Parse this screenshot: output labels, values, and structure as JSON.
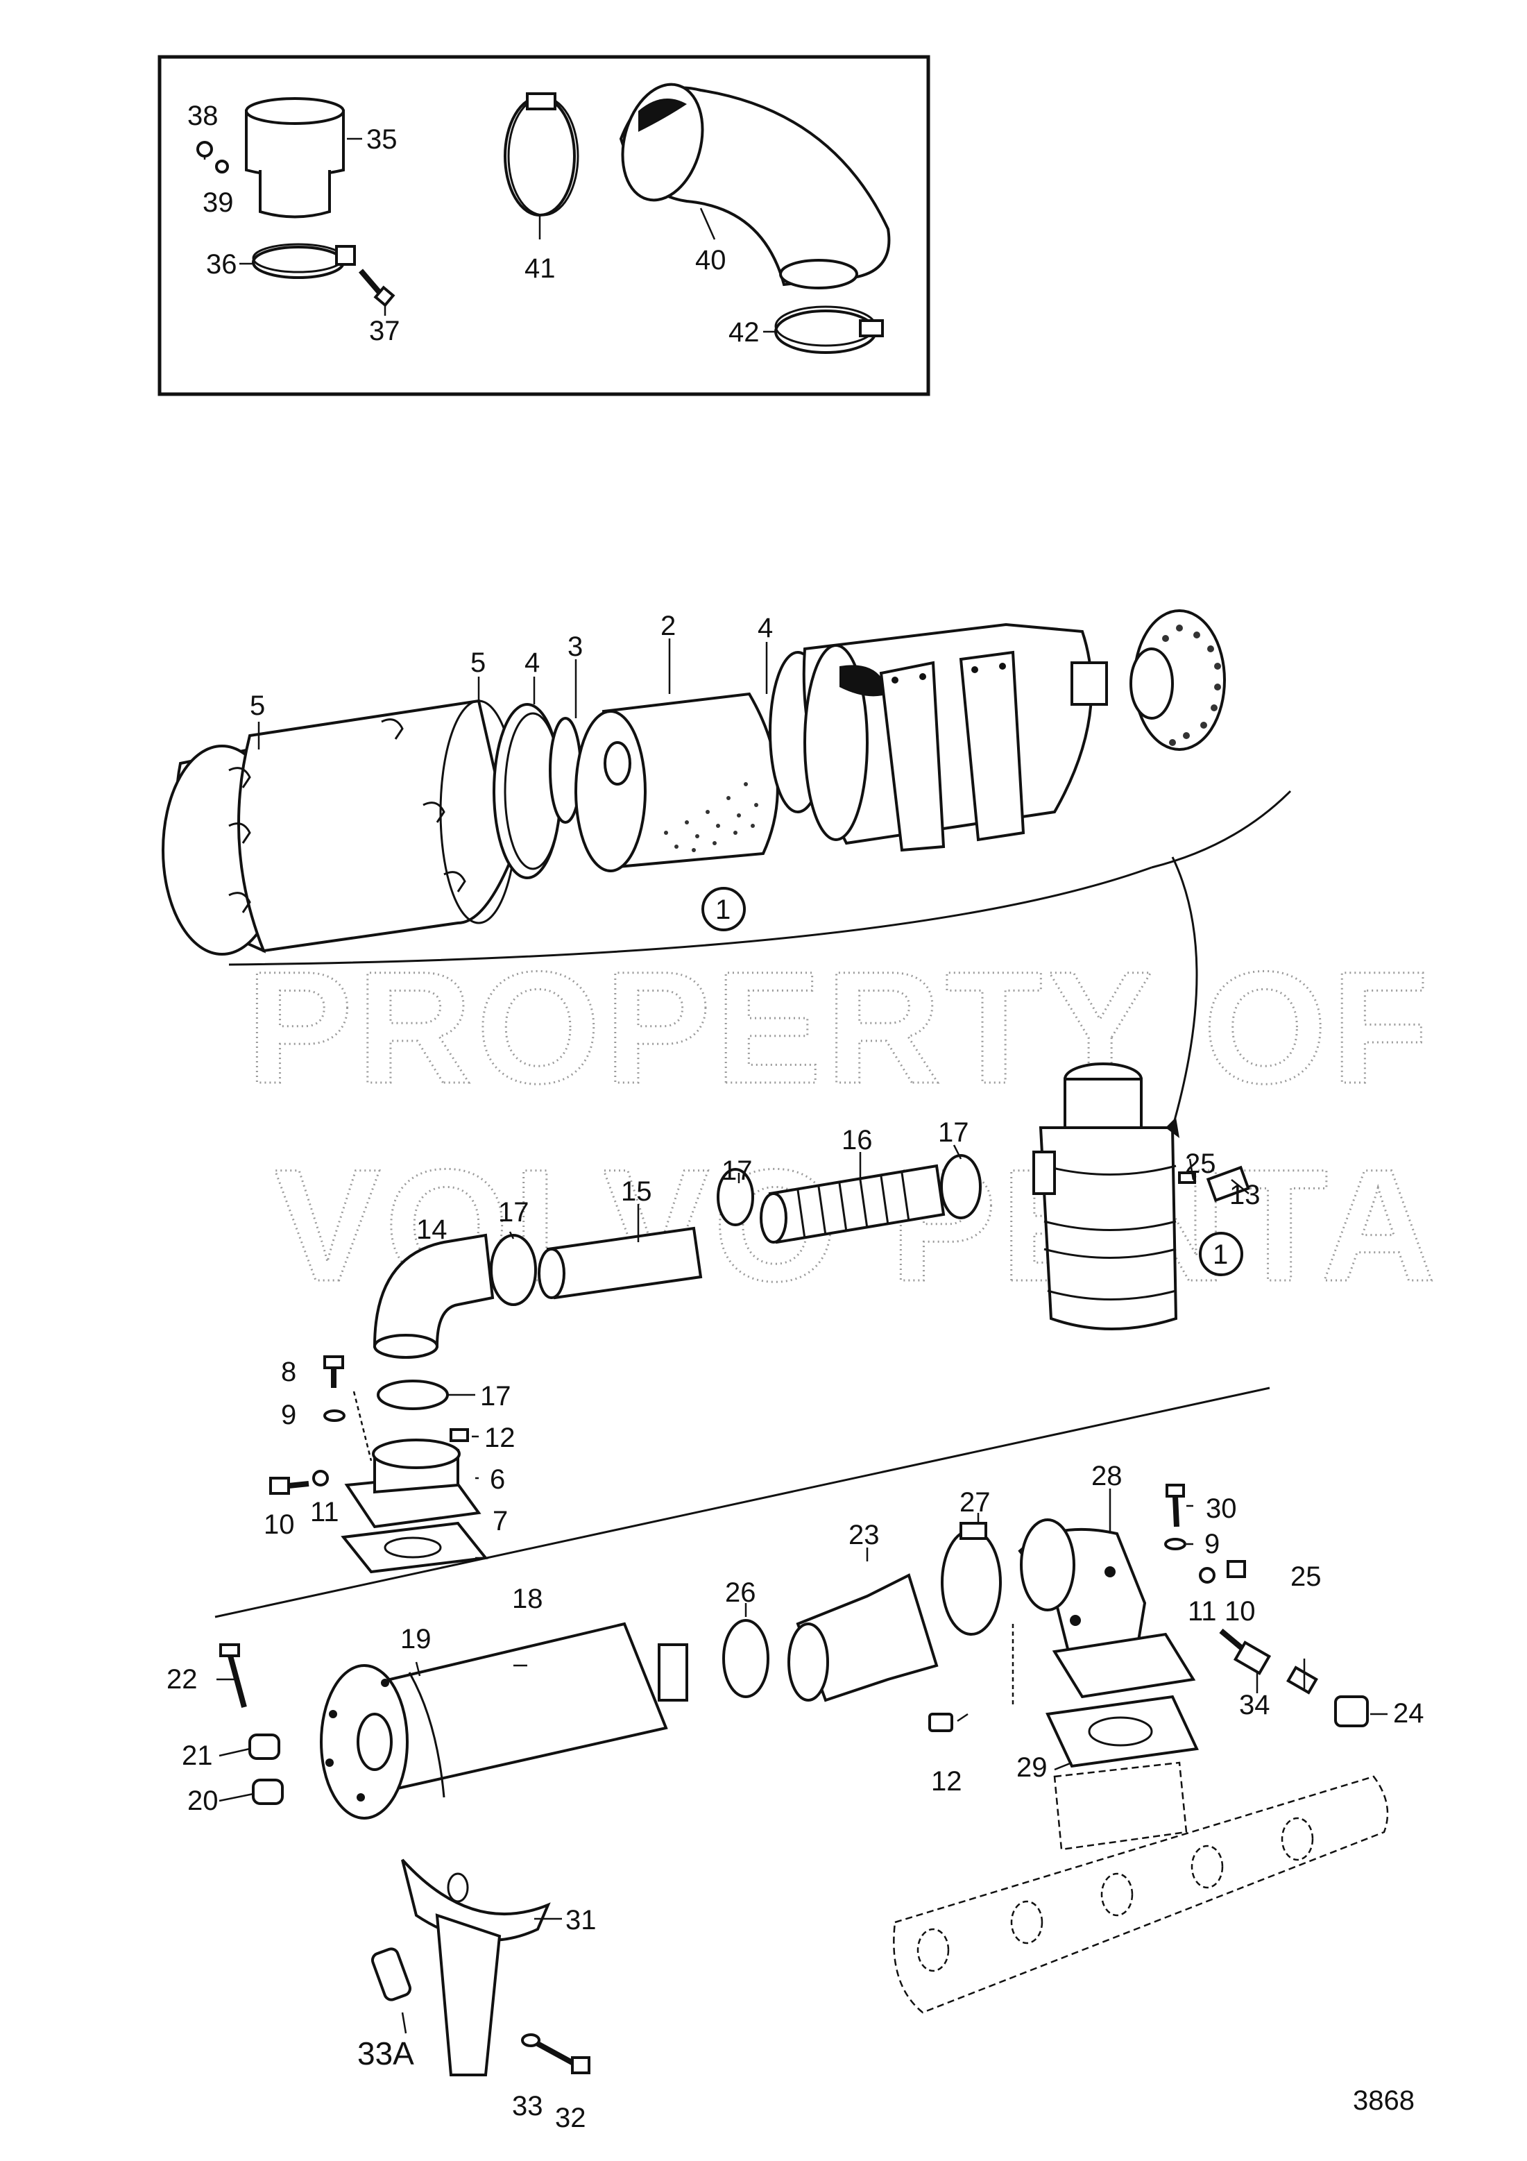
{
  "watermark": {
    "line1": "PROPERTY OF",
    "line2": "VOLVO PENTA"
  },
  "drawing_number": "3868",
  "callouts": {
    "c1": "1",
    "c2": "2",
    "c3": "3",
    "c4": "4",
    "c5": "5",
    "c6": "6",
    "c7": "7",
    "c8": "8",
    "c9": "9",
    "c10": "10",
    "c11": "11",
    "c12": "12",
    "c13": "13",
    "c14": "14",
    "c15": "15",
    "c16": "16",
    "c17": "17",
    "c18": "18",
    "c19": "19",
    "c20": "20",
    "c21": "21",
    "c22": "22",
    "c23": "23",
    "c24": "24",
    "c25": "25",
    "c26": "26",
    "c27": "27",
    "c28": "28",
    "c29": "29",
    "c30": "30",
    "c31": "31",
    "c32": "32",
    "c33": "33",
    "c33a": "33A",
    "c34": "34",
    "c35": "35",
    "c36": "36",
    "c37": "37",
    "c38": "38",
    "c39": "39",
    "c40": "40",
    "c41": "41",
    "c42": "42"
  }
}
